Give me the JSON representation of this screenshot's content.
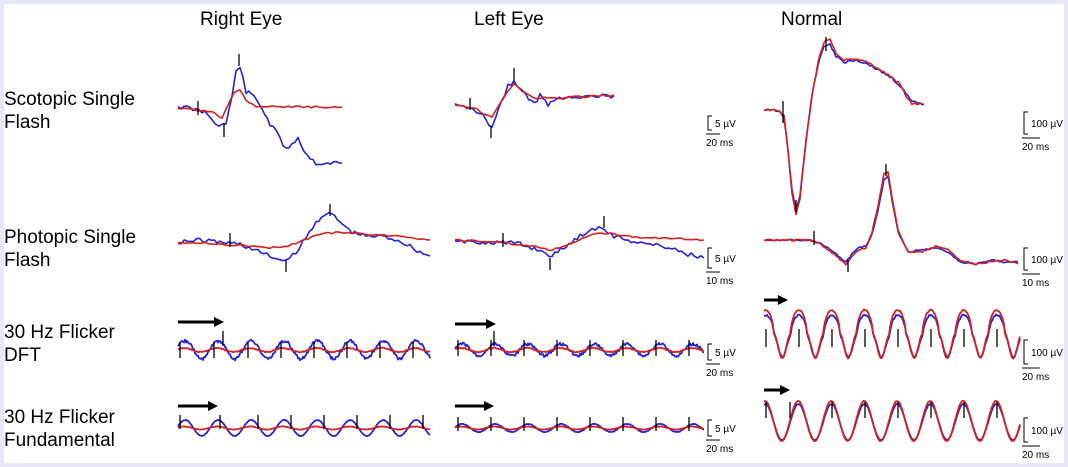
{
  "columns": [
    "Right Eye",
    "Left Eye",
    "Normal"
  ],
  "rows": [
    {
      "line1": "Scotopic Single",
      "line2": "Flash"
    },
    {
      "line1": "Photopic Single",
      "line2": "Flash"
    },
    {
      "line1": "30 Hz Flicker",
      "line2": "DFT"
    },
    {
      "line1": "30 Hz Flicker",
      "line2": "Fundamental"
    }
  ],
  "scalebars": {
    "uv5": "5 µV",
    "uv100": "100 µV",
    "ms20": "20 ms",
    "ms10": "10 ms"
  },
  "colors": {
    "trace_a": "#d42020",
    "trace_b": "#2424d6",
    "marker": "#000000",
    "background_frame": "#e6e8f8"
  },
  "icons": {
    "stimulus_arrow": "arrow-right-icon"
  }
}
